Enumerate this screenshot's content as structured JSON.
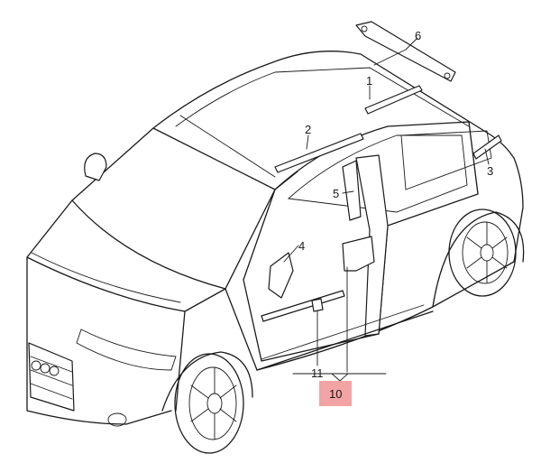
{
  "callouts": {
    "c1": "1",
    "c2": "2",
    "c3": "3",
    "c4": "4",
    "c5": "5",
    "c6": "6",
    "c10": "10",
    "c11": "11"
  },
  "colors": {
    "highlight": "#f2a3a3",
    "line": "#1a1a1a",
    "background": "#ffffff"
  }
}
